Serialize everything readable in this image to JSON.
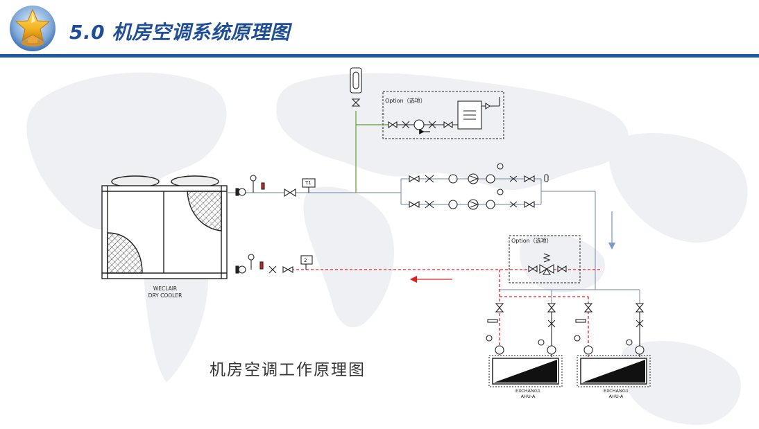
{
  "header": {
    "title": "5.0 机房空调系统原理图"
  },
  "diagram": {
    "dry_cooler_line1": "WECLAIR",
    "dry_cooler_line2": "DRY COOLER",
    "option_top_label": "Option（选项）",
    "option_mid_label": "Option（选项）",
    "tag_supply": "T1",
    "tag_return": "2",
    "unit_left_line1": "EXCHANG1",
    "unit_left_line2": "AHU-A",
    "unit_right_line1": "EXCHANG1",
    "unit_right_line2": "AHU-A",
    "caption": "机房空调工作原理图"
  },
  "colors": {
    "brand_blue": "#1d5aa5",
    "title_blue": "#1f4e96",
    "return_line_red": "#e02020",
    "fill_line_green": "#5aa02c",
    "supply_line_grey": "#8a9ab0",
    "flow_arrow_blue": "#7d9bc9"
  },
  "icons": [
    "gold-star-trophy-icon",
    "fan-icon",
    "valve-icon",
    "pump-icon",
    "strainer-icon",
    "pressure-gauge-icon",
    "thermometer-icon",
    "expansion-tank-icon",
    "heat-exchanger-icon",
    "flow-arrow-icon"
  ]
}
